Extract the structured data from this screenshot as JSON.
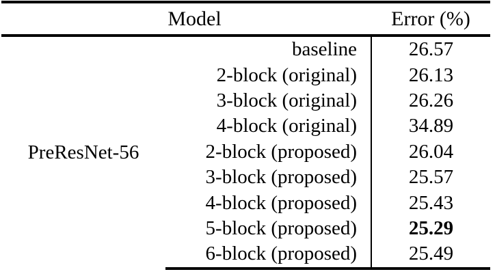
{
  "table": {
    "columns": {
      "group_header": "",
      "model_header": "Model",
      "error_header": "Error (%)"
    },
    "group_label": "PreResNet-56",
    "best_value": "25.29",
    "rows": [
      {
        "model": "baseline",
        "error": "26.57",
        "bold": false
      },
      {
        "model": "2-block (original)",
        "error": "26.13",
        "bold": false
      },
      {
        "model": "3-block (original)",
        "error": "26.26",
        "bold": false
      },
      {
        "model": "4-block (original)",
        "error": "34.89",
        "bold": false
      },
      {
        "model": "2-block (proposed)",
        "error": "26.04",
        "bold": false
      },
      {
        "model": "3-block (proposed)",
        "error": "25.57",
        "bold": false
      },
      {
        "model": "4-block (proposed)",
        "error": "25.43",
        "bold": false
      },
      {
        "model": "5-block (proposed)",
        "error": "25.29",
        "bold": true
      },
      {
        "model": "6-block (proposed)",
        "error": "25.49",
        "bold": false
      }
    ]
  },
  "style": {
    "rule_color": "#000000",
    "background": "#ffffff",
    "text_color": "#000000"
  },
  "chart_data": {
    "type": "table",
    "title": "",
    "columns": [
      "Model",
      "Error (%)"
    ],
    "group": "PreResNet-56",
    "categories": [
      "baseline",
      "2-block (original)",
      "3-block (original)",
      "4-block (original)",
      "2-block (proposed)",
      "3-block (proposed)",
      "4-block (proposed)",
      "5-block (proposed)",
      "6-block (proposed)"
    ],
    "values": [
      26.57,
      26.13,
      26.26,
      34.89,
      26.04,
      25.57,
      25.43,
      25.29,
      25.49
    ],
    "ylabel": "Error (%)",
    "xlabel": "Model",
    "highlight_index": 7,
    "highlight_reason": "best (lowest) error, shown in bold"
  }
}
